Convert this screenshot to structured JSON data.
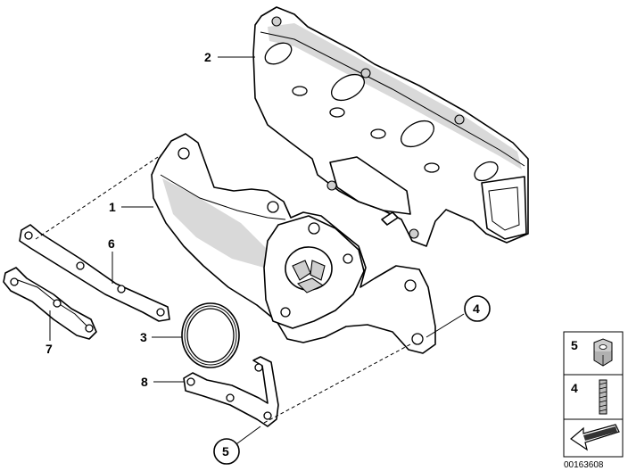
{
  "diagram": {
    "callouts": [
      {
        "id": "1",
        "text": "1"
      },
      {
        "id": "2",
        "text": "2"
      },
      {
        "id": "3",
        "text": "3"
      },
      {
        "id": "4",
        "text": "4"
      },
      {
        "id": "5",
        "text": "5"
      },
      {
        "id": "6",
        "text": "6"
      },
      {
        "id": "7",
        "text": "7"
      },
      {
        "id": "8",
        "text": "8"
      }
    ],
    "legend": {
      "items": [
        {
          "number": "5",
          "icon": "nut-icon"
        },
        {
          "number": "4",
          "icon": "stud-icon"
        }
      ],
      "arrow_icon": "arrow-icon"
    },
    "reference_number": "00163608"
  }
}
